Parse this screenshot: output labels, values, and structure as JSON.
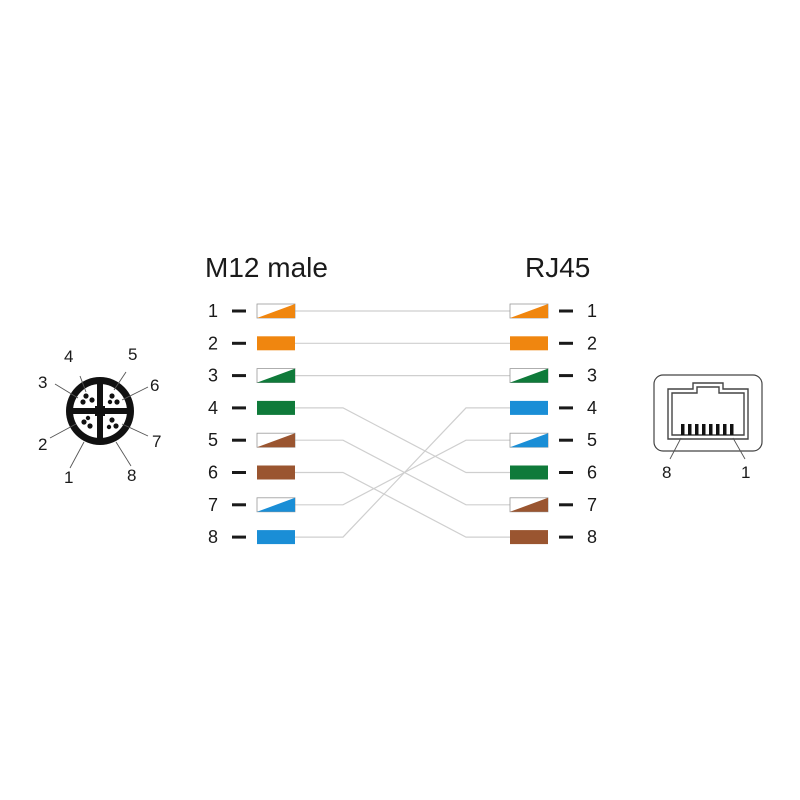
{
  "left_title": "M12 male",
  "right_title": "RJ45",
  "colors": {
    "orange": "#f0860f",
    "green": "#0f7a3a",
    "blue": "#1a8ed6",
    "brown": "#9a5530",
    "white": "#ffffff",
    "outline": "#9a9a9a",
    "wire": "#cfcfcf"
  },
  "m12_pins": [
    {
      "pin": "1",
      "wire": "white-orange"
    },
    {
      "pin": "2",
      "wire": "orange"
    },
    {
      "pin": "3",
      "wire": "white-green"
    },
    {
      "pin": "4",
      "wire": "green"
    },
    {
      "pin": "5",
      "wire": "white-brown"
    },
    {
      "pin": "6",
      "wire": "brown"
    },
    {
      "pin": "7",
      "wire": "white-blue"
    },
    {
      "pin": "8",
      "wire": "blue"
    }
  ],
  "rj45_pins": [
    {
      "pin": "1",
      "wire": "white-orange"
    },
    {
      "pin": "2",
      "wire": "orange"
    },
    {
      "pin": "3",
      "wire": "white-green"
    },
    {
      "pin": "4",
      "wire": "blue"
    },
    {
      "pin": "5",
      "wire": "white-blue"
    },
    {
      "pin": "6",
      "wire": "green"
    },
    {
      "pin": "7",
      "wire": "white-brown"
    },
    {
      "pin": "8",
      "wire": "brown"
    }
  ],
  "connections": [
    {
      "from": "1",
      "to": "1"
    },
    {
      "from": "2",
      "to": "2"
    },
    {
      "from": "3",
      "to": "3"
    },
    {
      "from": "4",
      "to": "6"
    },
    {
      "from": "5",
      "to": "7"
    },
    {
      "from": "6",
      "to": "8"
    },
    {
      "from": "7",
      "to": "5"
    },
    {
      "from": "8",
      "to": "4"
    }
  ],
  "m12_face_labels": [
    "1",
    "2",
    "3",
    "4",
    "5",
    "6",
    "7",
    "8"
  ],
  "rj45_face_labels": {
    "left": "8",
    "right": "1"
  }
}
